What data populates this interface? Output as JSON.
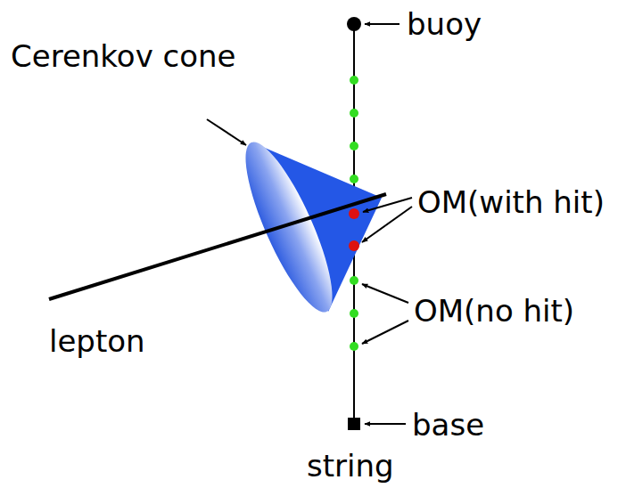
{
  "diagram": {
    "labels": [
      "buoy",
      "Cerenkov cone",
      "OM(with hit)",
      "OM(no hit)",
      "lepton",
      "base",
      "string"
    ]
  }
}
